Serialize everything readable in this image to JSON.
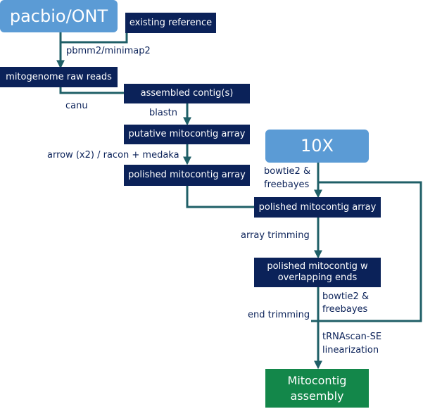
{
  "colors": {
    "dark_box": "#0b2259",
    "light_box": "#5b9bd5",
    "result_box": "#13874a",
    "connector": "#1f5f67"
  },
  "nodes": {
    "pacbio_ont": "pacbio/ONT",
    "existing_reference": "existing reference",
    "raw_reads": "mitogenome raw reads",
    "assembled_contigs": "assembled contig(s)",
    "putative_array": "putative mitocontig array",
    "polished_array_1": "polished mitocontig array",
    "tenx": "10X",
    "polished_array_2": "polished mitocontig array",
    "overlapping_line1": "polished mitocontig w",
    "overlapping_line2": "overlapping ends",
    "final_line1": "Mitocontig",
    "final_line2": "assembly"
  },
  "edge_labels": {
    "pbmm2": "pbmm2/minimap2",
    "canu": "canu",
    "blastn": "blastn",
    "arrow_racon": "arrow (x2) / racon + medaka",
    "bowtie_top_1": "bowtie2 &",
    "bowtie_top_2": "freebayes",
    "array_trimming": "array trimming",
    "bowtie_bottom_1": "bowtie2 &",
    "bowtie_bottom_2": "freebayes",
    "end_trimming": "end trimming",
    "trnascan": "tRNAscan-SE",
    "linearization": "linearization"
  }
}
